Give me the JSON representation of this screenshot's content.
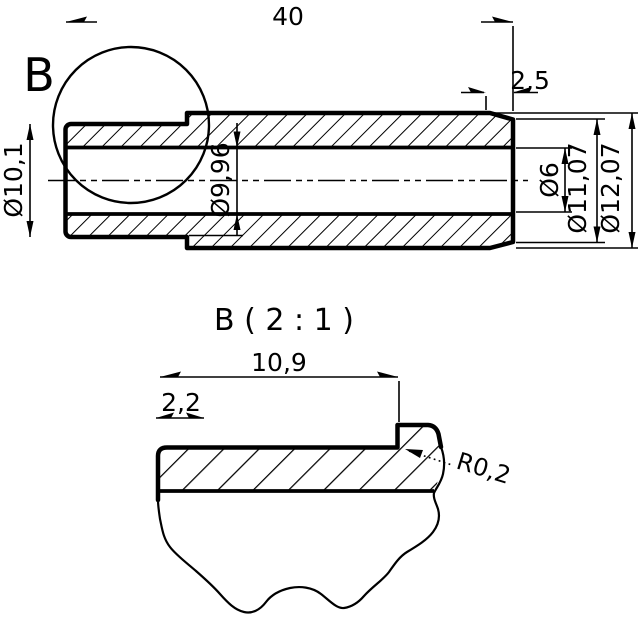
{
  "page": {
    "colors": {
      "ink": "#000000",
      "paper": "#ffffff"
    }
  },
  "main_view": {
    "detail_marker": "B",
    "dims": {
      "length": "40",
      "taper_length": "2,5",
      "od_left": "Ø10,1",
      "counterbore": "Ø9,96",
      "bore": "Ø6",
      "od_end": "Ø11,07",
      "od_body": "Ø12,07"
    }
  },
  "detail_view": {
    "title": "B ( 2 : 1 )",
    "dims": {
      "length": "10,9",
      "pilot_length": "2,2",
      "fillet_radius": "R0,2"
    }
  }
}
